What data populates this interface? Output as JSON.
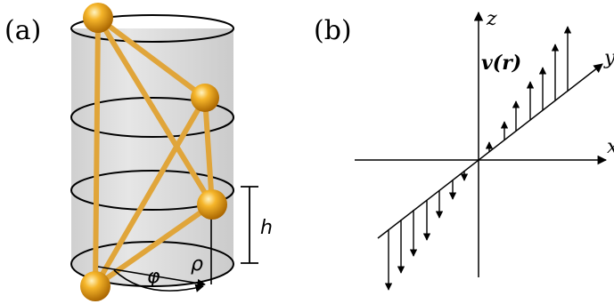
{
  "panel_a": {
    "label": "(a)",
    "h_label": "h",
    "rho_label": "ρ",
    "phi_label": "φ"
  },
  "panel_b": {
    "label": "(b)",
    "x_label": "x",
    "y_label": "y",
    "z_label": "z",
    "velocity_label": "v(r)"
  },
  "colors": {
    "cylinder_fill": "#d6d6d6",
    "rod": "#e0a53a",
    "sphere": "#f0a020",
    "line": "#000000"
  }
}
